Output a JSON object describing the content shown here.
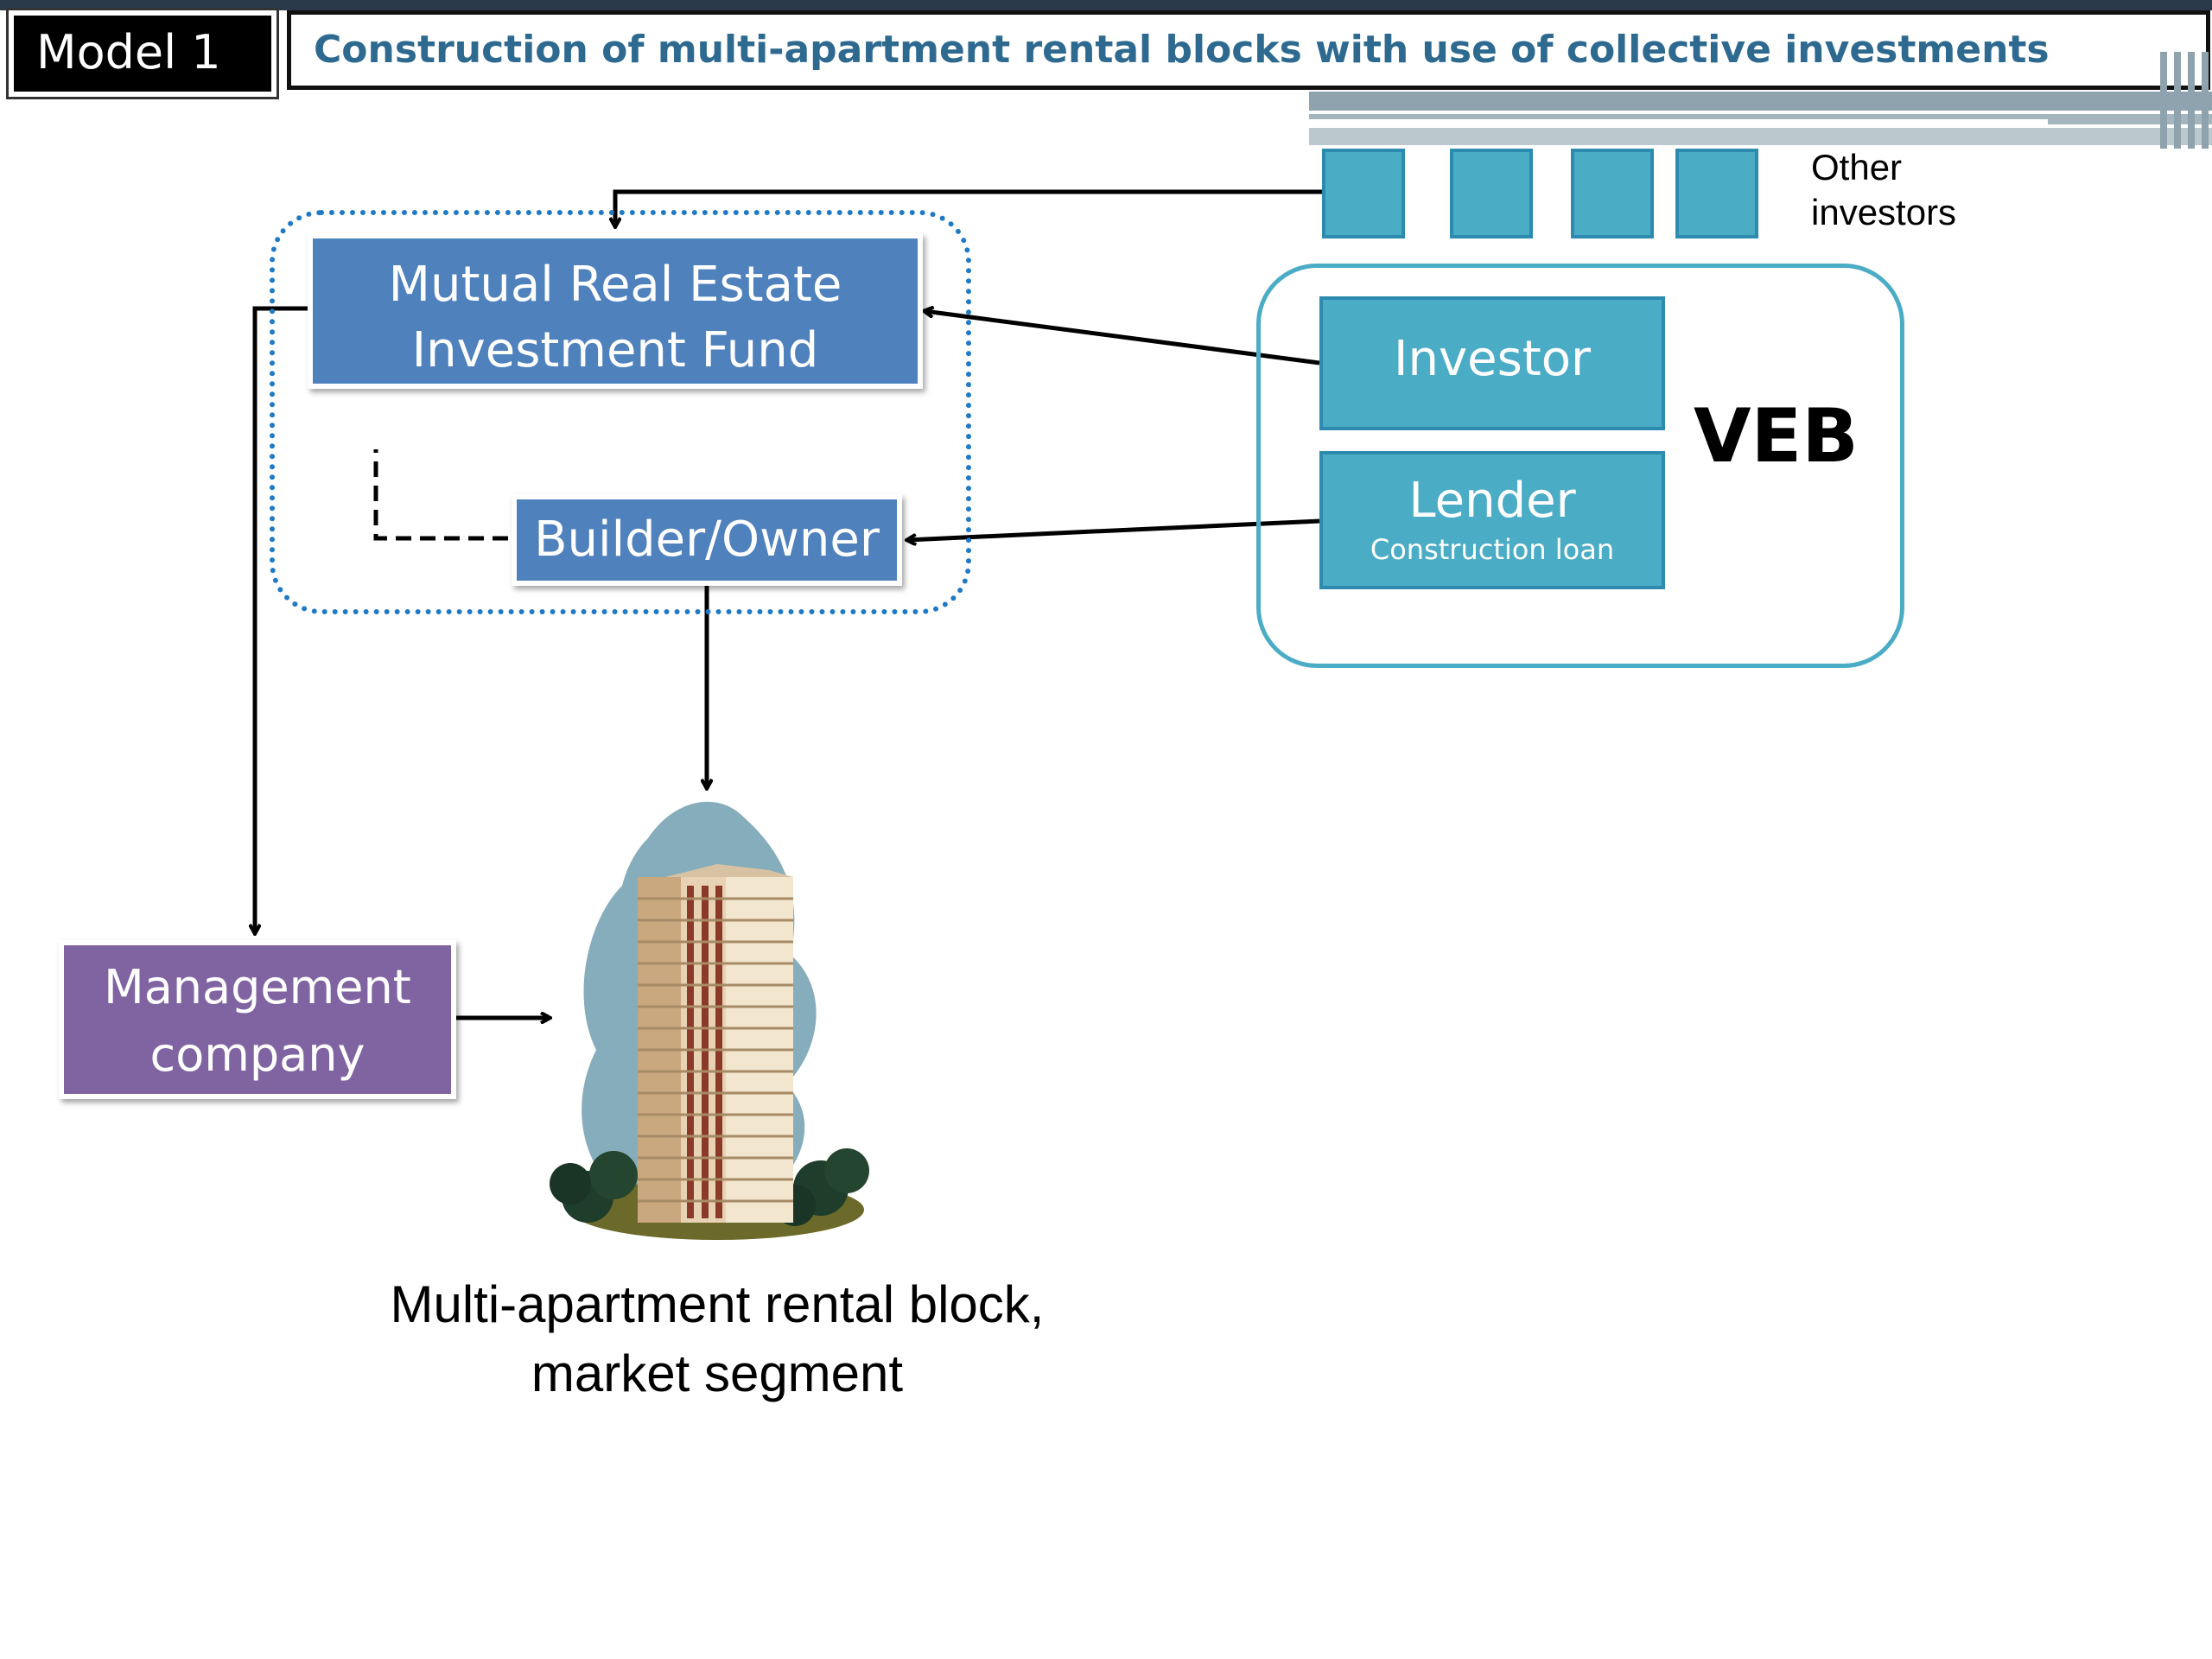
{
  "header": {
    "model_label": "Model 1",
    "title": "Construction of multi-apartment rental blocks with use of collective investments"
  },
  "nodes": {
    "fund": "Mutual Real Estate Investment Fund",
    "builder": "Builder/Owner",
    "investor": "Investor",
    "lender": "Lender",
    "lender_sub": "Construction loan",
    "veb": "VEB",
    "other_investors": "Other investors",
    "management": "Management company",
    "building_caption": "Multi-apartment rental block, market segment"
  },
  "colors": {
    "fund_blue": "#4f81bd",
    "teal": "#4bacc6",
    "purple": "#8064a2",
    "title_text": "#2e6a90",
    "dotted_border": "#1f7ac6"
  }
}
